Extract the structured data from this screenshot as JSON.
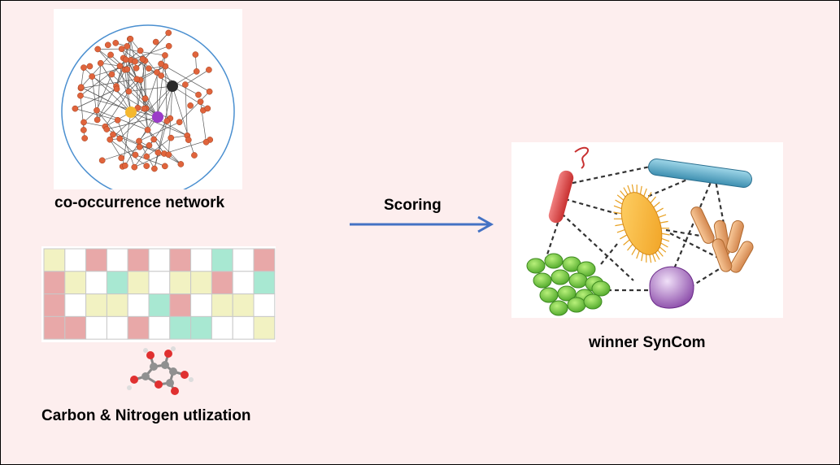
{
  "labels": {
    "network": "co-occurrence network",
    "scoring": "Scoring",
    "syncom": "winner SynCom",
    "utilization": "Carbon & Nitrogen utlization"
  },
  "colors": {
    "background": "#fdeeee",
    "node": "#e0643c",
    "hub_black": "#2a2a2a",
    "hub_yellow": "#f5b82e",
    "hub_purple": "#9b3cc8",
    "circle": "#4a8fd0",
    "arrow": "#4472c4",
    "grid_yellow": "#f2f2c2",
    "grid_pink": "#e8a8a8",
    "grid_green": "#a8e8d2",
    "grid_white": "#ffffff"
  },
  "grid": {
    "rows": [
      [
        "yellow",
        "white",
        "pink",
        "white",
        "pink",
        "white",
        "pink",
        "white",
        "green",
        "white",
        "pink"
      ],
      [
        "pink",
        "yellow",
        "white",
        "green",
        "yellow",
        "white",
        "yellow",
        "yellow",
        "pink",
        "white",
        "green"
      ],
      [
        "pink",
        "white",
        "yellow",
        "yellow",
        "white",
        "green",
        "pink",
        "white",
        "yellow",
        "yellow",
        "white"
      ],
      [
        "pink",
        "pink",
        "white",
        "white",
        "pink",
        "white",
        "green",
        "green",
        "white",
        "white",
        "yellow"
      ]
    ]
  }
}
